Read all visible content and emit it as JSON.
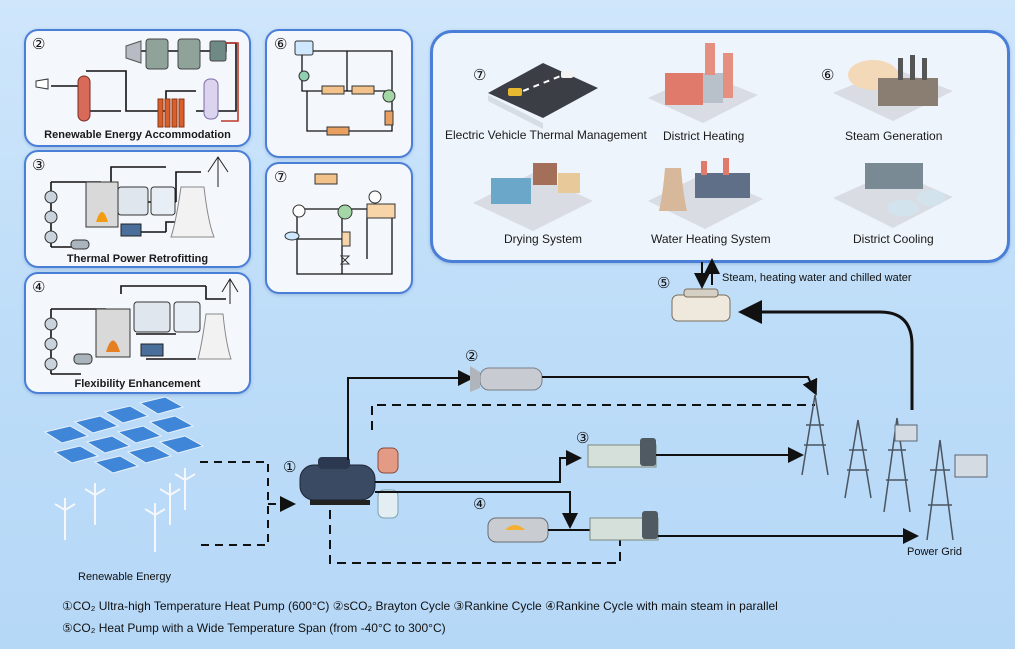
{
  "panels": {
    "p2": {
      "num": "②",
      "title": "Renewable Energy Accommodation"
    },
    "p3": {
      "num": "③",
      "title": "Thermal Power Retrofitting"
    },
    "p4": {
      "num": "④",
      "title": "Flexibility Enhancement"
    },
    "p6": {
      "num": "⑥"
    },
    "p7": {
      "num": "⑦"
    }
  },
  "applications": {
    "ev": {
      "num": "⑦",
      "label": "Electric Vehicle Thermal Management"
    },
    "district_heating": {
      "label": "District Heating"
    },
    "steam": {
      "num": "⑥",
      "label": "Steam Generation"
    },
    "drying": {
      "label": "Drying System"
    },
    "water_heating": {
      "label": "Water Heating System"
    },
    "district_cooling": {
      "label": "District Cooling"
    }
  },
  "flow": {
    "pump5_num": "⑤",
    "steam_label": "Steam, heating water and chilled water",
    "n1": "①",
    "n2": "②",
    "n3": "③",
    "n4": "④",
    "renewable_label": "Renewable Energy",
    "grid_label": "Power Grid"
  },
  "legend": {
    "line1": "①CO₂ Ultra-high Temperature Heat Pump (600°C) ②sCO₂ Brayton Cycle ③Rankine Cycle ④Rankine Cycle with main steam in parallel",
    "line2": "⑤CO₂ Heat Pump with a Wide Temperature Span (from -40°C to 300°C)"
  },
  "colors": {
    "panel_border": "#4a7fd8",
    "background": "#c4e0f9",
    "flow_line": "#111111"
  }
}
